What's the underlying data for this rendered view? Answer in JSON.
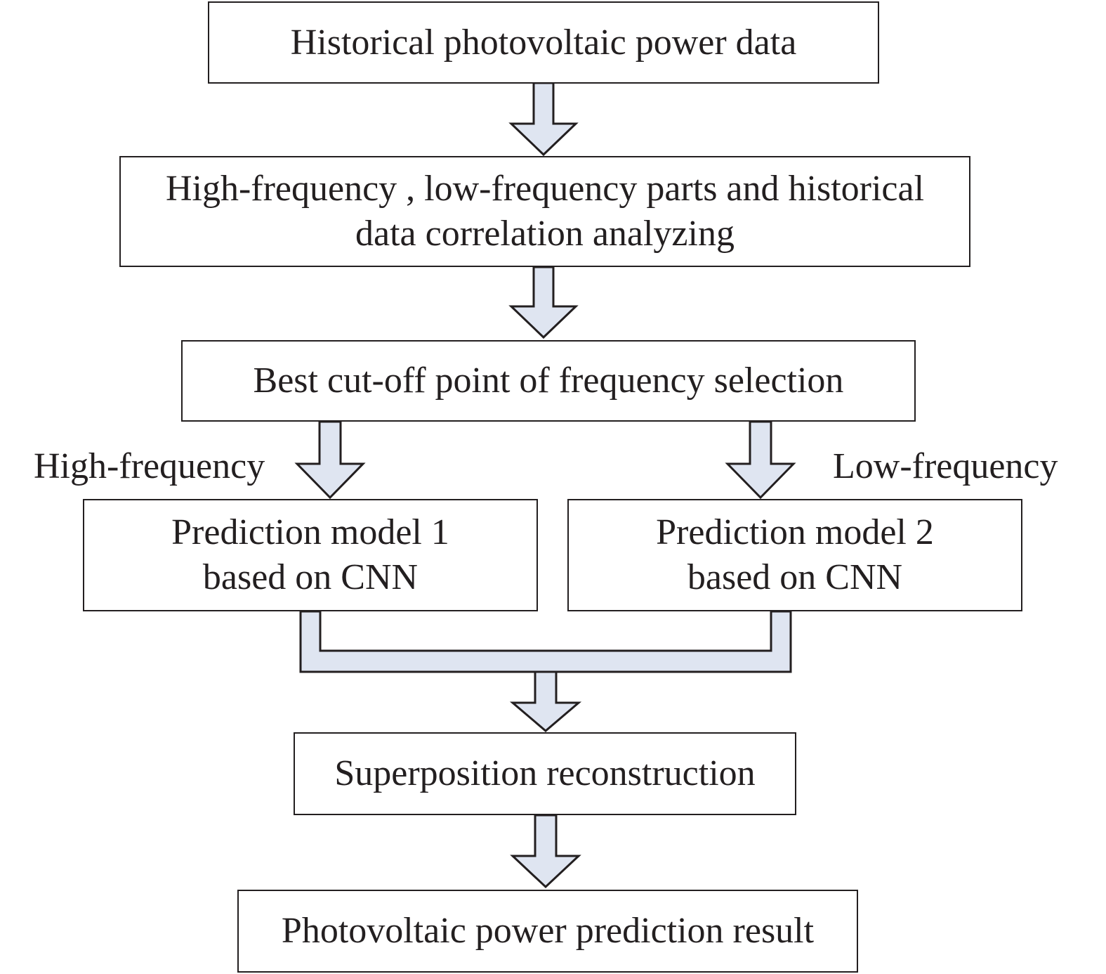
{
  "nodes": {
    "historical_data": "Historical photovoltaic power data",
    "correlation_analysis": {
      "line1": "High-frequency , low-frequency parts and historical",
      "line2": "data correlation analyzing"
    },
    "cutoff_selection": "Best cut-off point of frequency selection",
    "model_1": {
      "line1": "Prediction model 1",
      "line2": "based on CNN"
    },
    "model_2": {
      "line1": "Prediction model 2",
      "line2": "based on CNN"
    },
    "reconstruction": "Superposition reconstruction",
    "result": "Photovoltaic power prediction result"
  },
  "branch_labels": {
    "left": "High-frequency",
    "right": "Low-frequency"
  },
  "colors": {
    "arrow_fill": "#dfe5f1",
    "stroke": "#231f20"
  }
}
